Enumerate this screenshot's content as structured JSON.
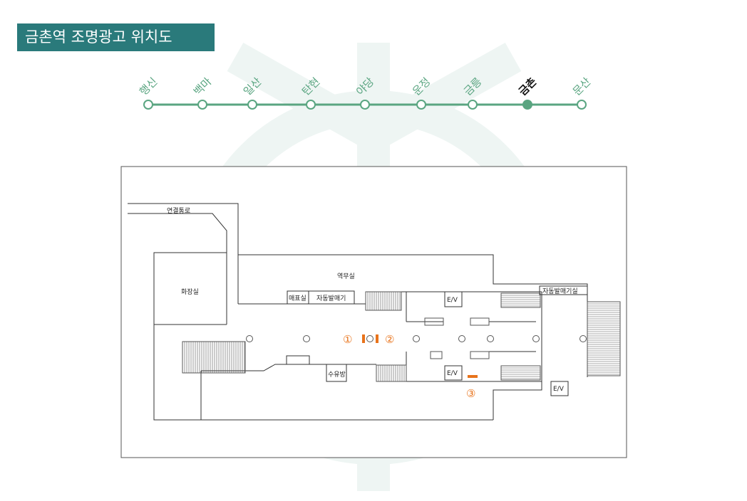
{
  "title": "금촌역 조명광고 위치도",
  "colors": {
    "title_bg": "#2a7a7b",
    "line": "#5aa581",
    "marker": "#e8731b",
    "watermark": "#eef5f3"
  },
  "stations": [
    {
      "name": "행신",
      "current": false
    },
    {
      "name": "백마",
      "current": false
    },
    {
      "name": "일산",
      "current": false
    },
    {
      "name": "탄현",
      "current": false
    },
    {
      "name": "야당",
      "current": false
    },
    {
      "name": "운정",
      "current": false
    },
    {
      "name": "금릉",
      "current": false
    },
    {
      "name": "금촌",
      "current": true
    },
    {
      "name": "문산",
      "current": false
    }
  ],
  "floorplan": {
    "rooms": {
      "corridor": "연결통로",
      "toilet": "화장실",
      "station_office": "역무실",
      "ticket_office": "매표실",
      "vending": "자동발매기",
      "vending_room": "자동발매기실",
      "nursing": "수유방",
      "ev": "E/V"
    },
    "markers": [
      "①",
      "②",
      "③"
    ]
  }
}
